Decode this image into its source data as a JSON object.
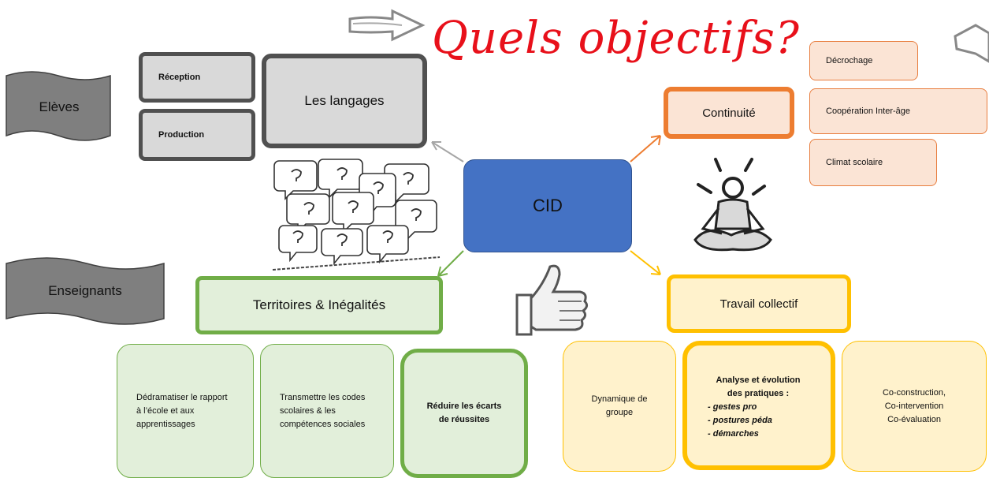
{
  "title": "Quels objectifs?",
  "center": "CID",
  "banners": {
    "eleves": "Elèves",
    "enseignants": "Enseignants"
  },
  "langages": {
    "label": "Les langages",
    "reception": "Réception",
    "production": "Production"
  },
  "continuite": {
    "label": "Continuité",
    "items": [
      "Décrochage",
      "Coopération Inter-âge",
      "Climat scolaire"
    ]
  },
  "territoires": {
    "label": "Territoires & Inégalités",
    "items": [
      "Dédramatiser le rapport à l’école et aux apprentissages",
      "Transmettre les codes scolaires & les compétences sociales",
      "Réduire les écarts de réussites"
    ]
  },
  "travail": {
    "label": "Travail collectif",
    "dynamique": "Dynamique de groupe",
    "analyse": {
      "title": "Analyse et évolution des pratiques :",
      "bullets": [
        "- gestes pro",
        "- postures péda",
        "- démarches"
      ]
    },
    "coconstruction": [
      "Co-construction,",
      "Co-intervention",
      "Co-évaluation"
    ]
  },
  "colors": {
    "cid": "#4472c4",
    "orange": "#ed7d31",
    "green": "#70ad47",
    "yellow": "#ffc000",
    "gray": "#505050",
    "title_red": "#e8101a"
  },
  "icons": [
    "arrow-right-icon",
    "speech-bubbles-icon",
    "meditation-icon",
    "thumbs-up-icon"
  ]
}
